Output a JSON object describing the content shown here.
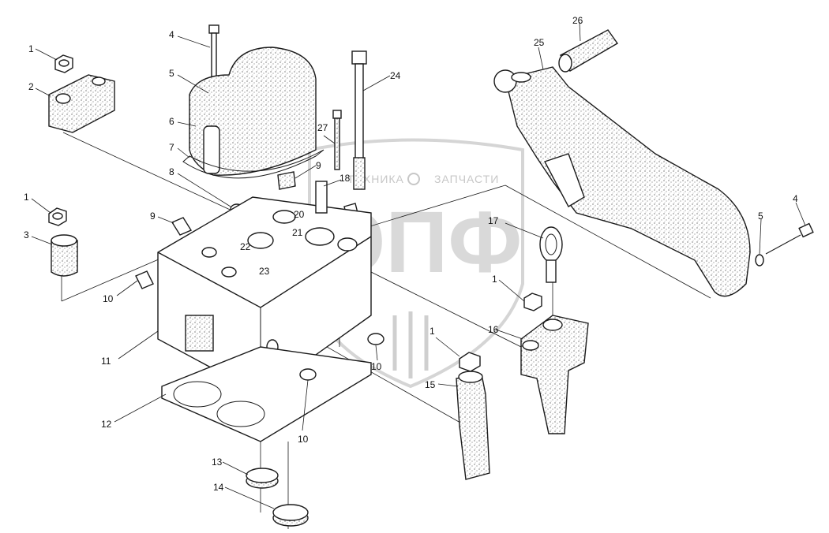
{
  "watermark": {
    "top_text_left": "ТЕХНИКА",
    "top_text_right": "ЗАПЧАСТИ",
    "big_letters": "ЭПФ"
  },
  "callouts": [
    {
      "id": "c1a",
      "label": "1"
    },
    {
      "id": "c2",
      "label": "2"
    },
    {
      "id": "c1b",
      "label": "1"
    },
    {
      "id": "c3",
      "label": "3"
    },
    {
      "id": "c10a",
      "label": "10"
    },
    {
      "id": "c4a",
      "label": "4"
    },
    {
      "id": "c5a",
      "label": "5"
    },
    {
      "id": "c6",
      "label": "6"
    },
    {
      "id": "c7",
      "label": "7"
    },
    {
      "id": "c8",
      "label": "8"
    },
    {
      "id": "c9a",
      "label": "9"
    },
    {
      "id": "c9b",
      "label": "9"
    },
    {
      "id": "c11",
      "label": "11"
    },
    {
      "id": "c12",
      "label": "12"
    },
    {
      "id": "c13",
      "label": "13"
    },
    {
      "id": "c14",
      "label": "14"
    },
    {
      "id": "c10b",
      "label": "10"
    },
    {
      "id": "c10c",
      "label": "10"
    },
    {
      "id": "c27",
      "label": "27"
    },
    {
      "id": "c18",
      "label": "18"
    },
    {
      "id": "c20",
      "label": "20"
    },
    {
      "id": "c21",
      "label": "21"
    },
    {
      "id": "c22",
      "label": "22"
    },
    {
      "id": "c23",
      "label": "23"
    },
    {
      "id": "c24",
      "label": "24"
    },
    {
      "id": "c26",
      "label": "26"
    },
    {
      "id": "c25",
      "label": "25"
    },
    {
      "id": "c17",
      "label": "17"
    },
    {
      "id": "c1c",
      "label": "1"
    },
    {
      "id": "c16",
      "label": "16"
    },
    {
      "id": "c1d",
      "label": "1"
    },
    {
      "id": "c15",
      "label": "15"
    },
    {
      "id": "c4b",
      "label": "4"
    },
    {
      "id": "c5b",
      "label": "5"
    }
  ]
}
